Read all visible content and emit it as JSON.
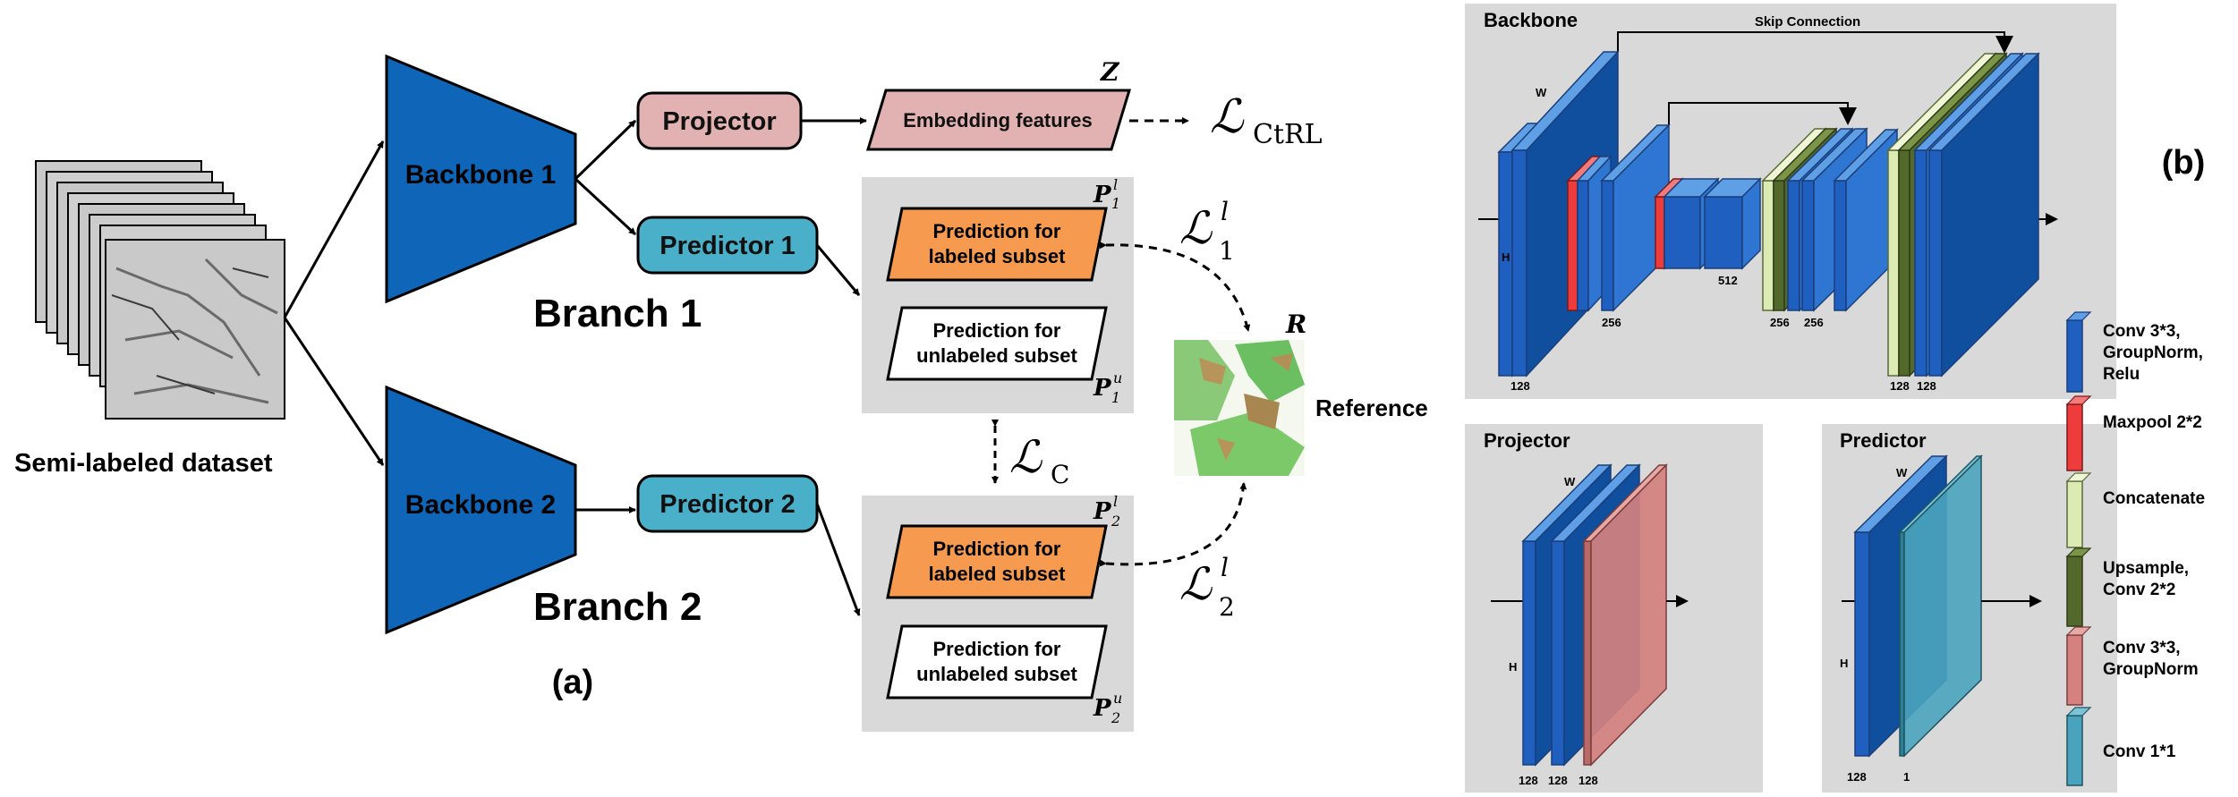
{
  "panel_a": {
    "dataset_label": "Semi-labeled dataset",
    "backbone1": "Backbone 1",
    "backbone2": "Backbone 2",
    "projector": "Projector",
    "predictor1": "Predictor 1",
    "predictor2": "Predictor 2",
    "embedding": "Embedding features",
    "branch1": "Branch 1",
    "branch2": "Branch 2",
    "pred_labeled": [
      "Prediction for",
      "labeled subset"
    ],
    "pred_unlabeled": [
      "Prediction for",
      "unlabeled subset"
    ],
    "reference": "Reference",
    "sym_Z": "Z",
    "sym_R": "R",
    "sym_P1l": [
      "P",
      "1",
      "l"
    ],
    "sym_P1u": [
      "P",
      "1",
      "u"
    ],
    "sym_P2l": [
      "P",
      "2",
      "l"
    ],
    "sym_P2u": [
      "P",
      "2",
      "u"
    ],
    "loss_ctrl": [
      "ℒ",
      "CtRL"
    ],
    "loss_c": [
      "ℒ",
      "C"
    ],
    "loss_1l": [
      "ℒ",
      "1",
      "l"
    ],
    "loss_2l": [
      "ℒ",
      "2",
      "l"
    ],
    "caption": "(a)"
  },
  "panel_b": {
    "caption": "(b)",
    "backbone_title": "Backbone",
    "skip_label": "Skip Connection",
    "projector_title": "Projector",
    "predictor_title": "Predictor",
    "w": "W",
    "h": "H",
    "dims": {
      "d128": "128",
      "d256": "256",
      "d512": "512",
      "d1": "1"
    }
  },
  "legend": [
    {
      "label": [
        "Conv 3*3,",
        "GroupNorm,",
        "Relu"
      ],
      "color": "#1f5fbf"
    },
    {
      "label": [
        "Maxpool 2*2"
      ],
      "color": "#ee3b3b"
    },
    {
      "label": [
        "Concatenate"
      ],
      "color": "#dcebb4"
    },
    {
      "label": [
        "Upsample,",
        "Conv 2*2"
      ],
      "color": "#52692b"
    },
    {
      "label": [
        "Conv 3*3,",
        "GroupNorm"
      ],
      "color": "#d4817f"
    },
    {
      "label": [
        "Conv 1*1"
      ],
      "color": "#4aa3bd"
    }
  ],
  "colors": {
    "backbone_blue": "#0f66b8",
    "projector_pink": "#e2b2b2",
    "predictor_teal": "#4ab0c9",
    "pred_orange": "#f59a4e",
    "gray_bg": "#d9d9d9"
  }
}
